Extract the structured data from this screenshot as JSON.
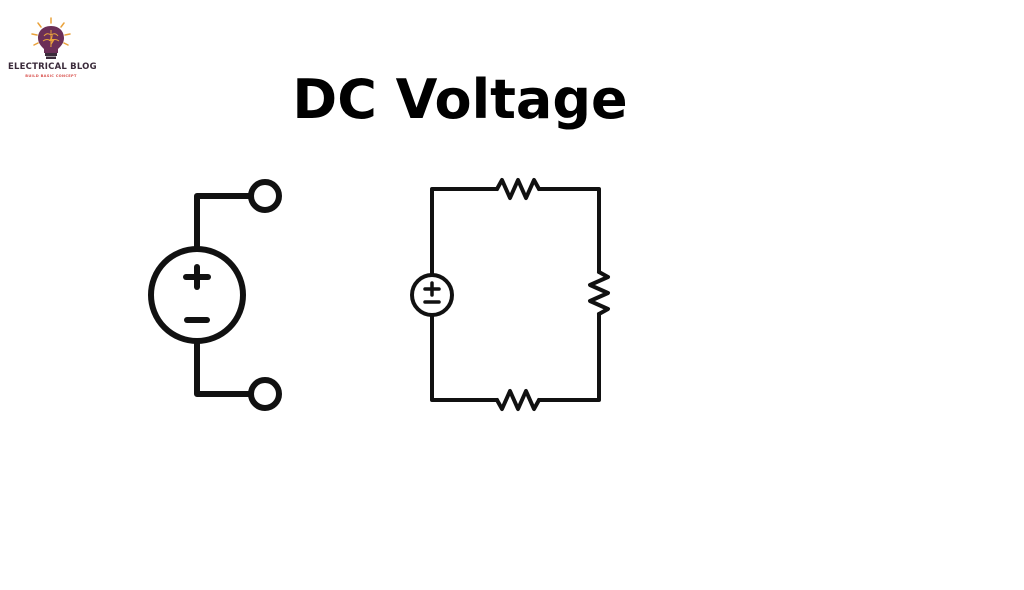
{
  "logo": {
    "title": "ELECTRICAL BLOG",
    "tagline": "BUILD BASIC CONCEPT",
    "colors": {
      "bulb": "#6b2f57",
      "accent": "#e9a23b",
      "text": "#3a2a3a",
      "tagline": "#d9534f"
    }
  },
  "page": {
    "title": "DC Voltage"
  },
  "diagram": {
    "left_symbol": {
      "name": "DC voltage source symbol",
      "positive_sign": "+",
      "negative_sign": "−"
    },
    "circuit": {
      "name": "DC circuit",
      "source_sign": "±",
      "resistors": [
        "top resistor",
        "right resistor",
        "bottom resistor"
      ]
    },
    "stroke_color": "#111111"
  }
}
